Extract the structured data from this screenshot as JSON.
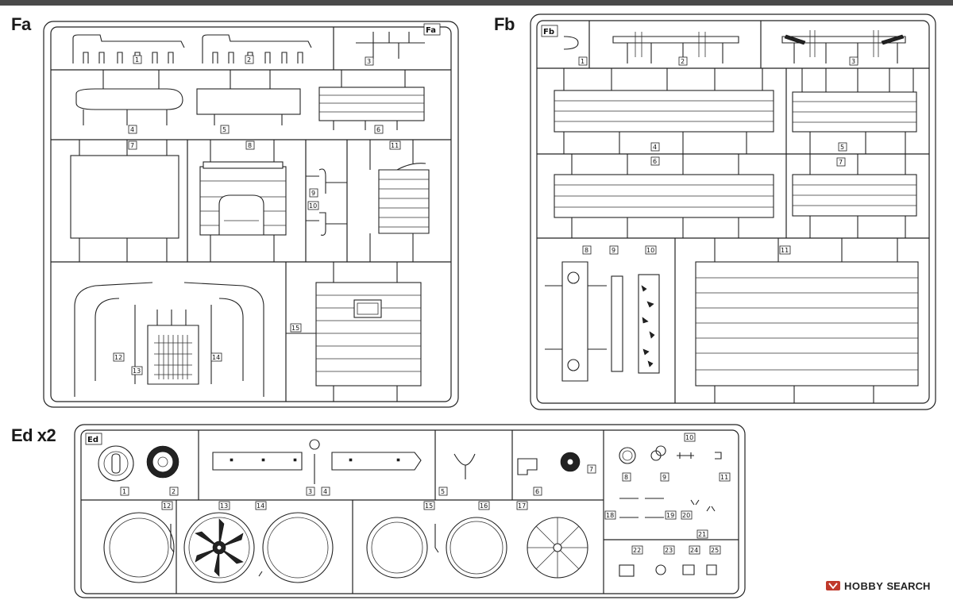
{
  "sprues": {
    "fa": {
      "title": "Fa",
      "tag": "Fa",
      "labels": [
        "1",
        "2",
        "3",
        "4",
        "5",
        "6",
        "7",
        "8",
        "9",
        "10",
        "11",
        "12",
        "13",
        "14",
        "15"
      ]
    },
    "fb": {
      "title": "Fb",
      "tag": "Fb",
      "labels": [
        "1",
        "2",
        "3",
        "4",
        "5",
        "6",
        "7",
        "8",
        "9",
        "10",
        "11"
      ]
    },
    "ed": {
      "title": "Ed x2",
      "tag": "Ed",
      "labels": [
        "1",
        "2",
        "3",
        "4",
        "5",
        "6",
        "7",
        "8",
        "9",
        "10",
        "11",
        "12",
        "13",
        "14",
        "15",
        "16",
        "17",
        "18",
        "19",
        "20",
        "21",
        "22",
        "23",
        "24",
        "25"
      ]
    }
  },
  "watermark": {
    "brand": "HOBBY",
    "brand2": "SEARCH"
  },
  "icons": {
    "watermark_logo": "hobby-search-logo-icon"
  }
}
